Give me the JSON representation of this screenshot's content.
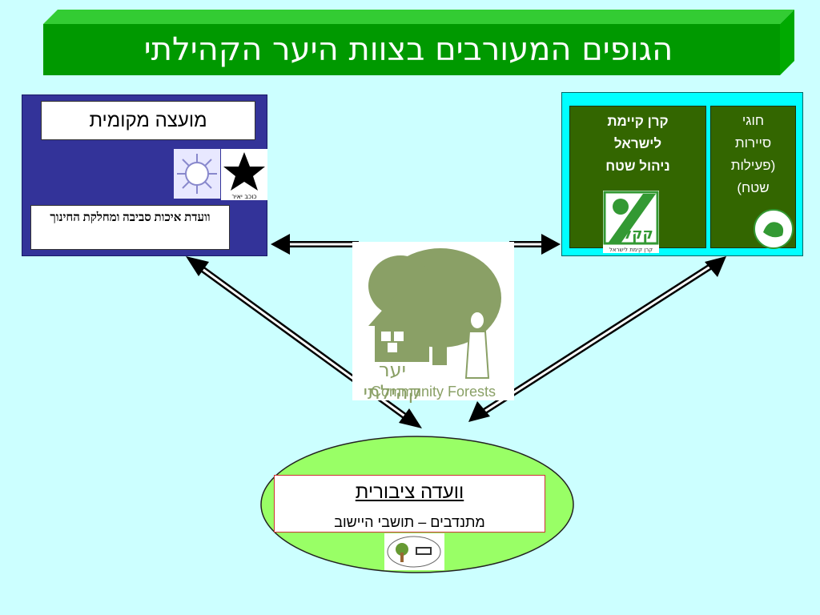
{
  "title": "הגופים המעורבים בצוות היער הקהילתי",
  "left_panel": {
    "council": "מועצה מקומית",
    "committee": "וועדת איכות סביבה ומחלקת החינוך",
    "star_logo_caption": "כוכב יאיר"
  },
  "right_panel": {
    "kkl_lines": [
      "קרן קיימת",
      "לישראל",
      "ניהול שטח"
    ],
    "guides_lines": [
      "חוגי",
      "סיירות",
      "(פעילות",
      "שטח)"
    ],
    "kkl_logo_text": "קקל",
    "kkl_logo_caption": "קרן קימת לישראל"
  },
  "center": {
    "hebrew": "יער קהילתי",
    "english": "Community Forests"
  },
  "bottom": {
    "title": "וועדה ציבורית",
    "subtitle": "מתנדבים – תושבי היישוב"
  },
  "colors": {
    "background": "#ccffff",
    "banner": "#009900",
    "left_panel": "#333399",
    "right_panel": "#00ffff",
    "green_box": "#336600",
    "ellipse": "#99ff66",
    "logo_green": "#8aa066"
  }
}
